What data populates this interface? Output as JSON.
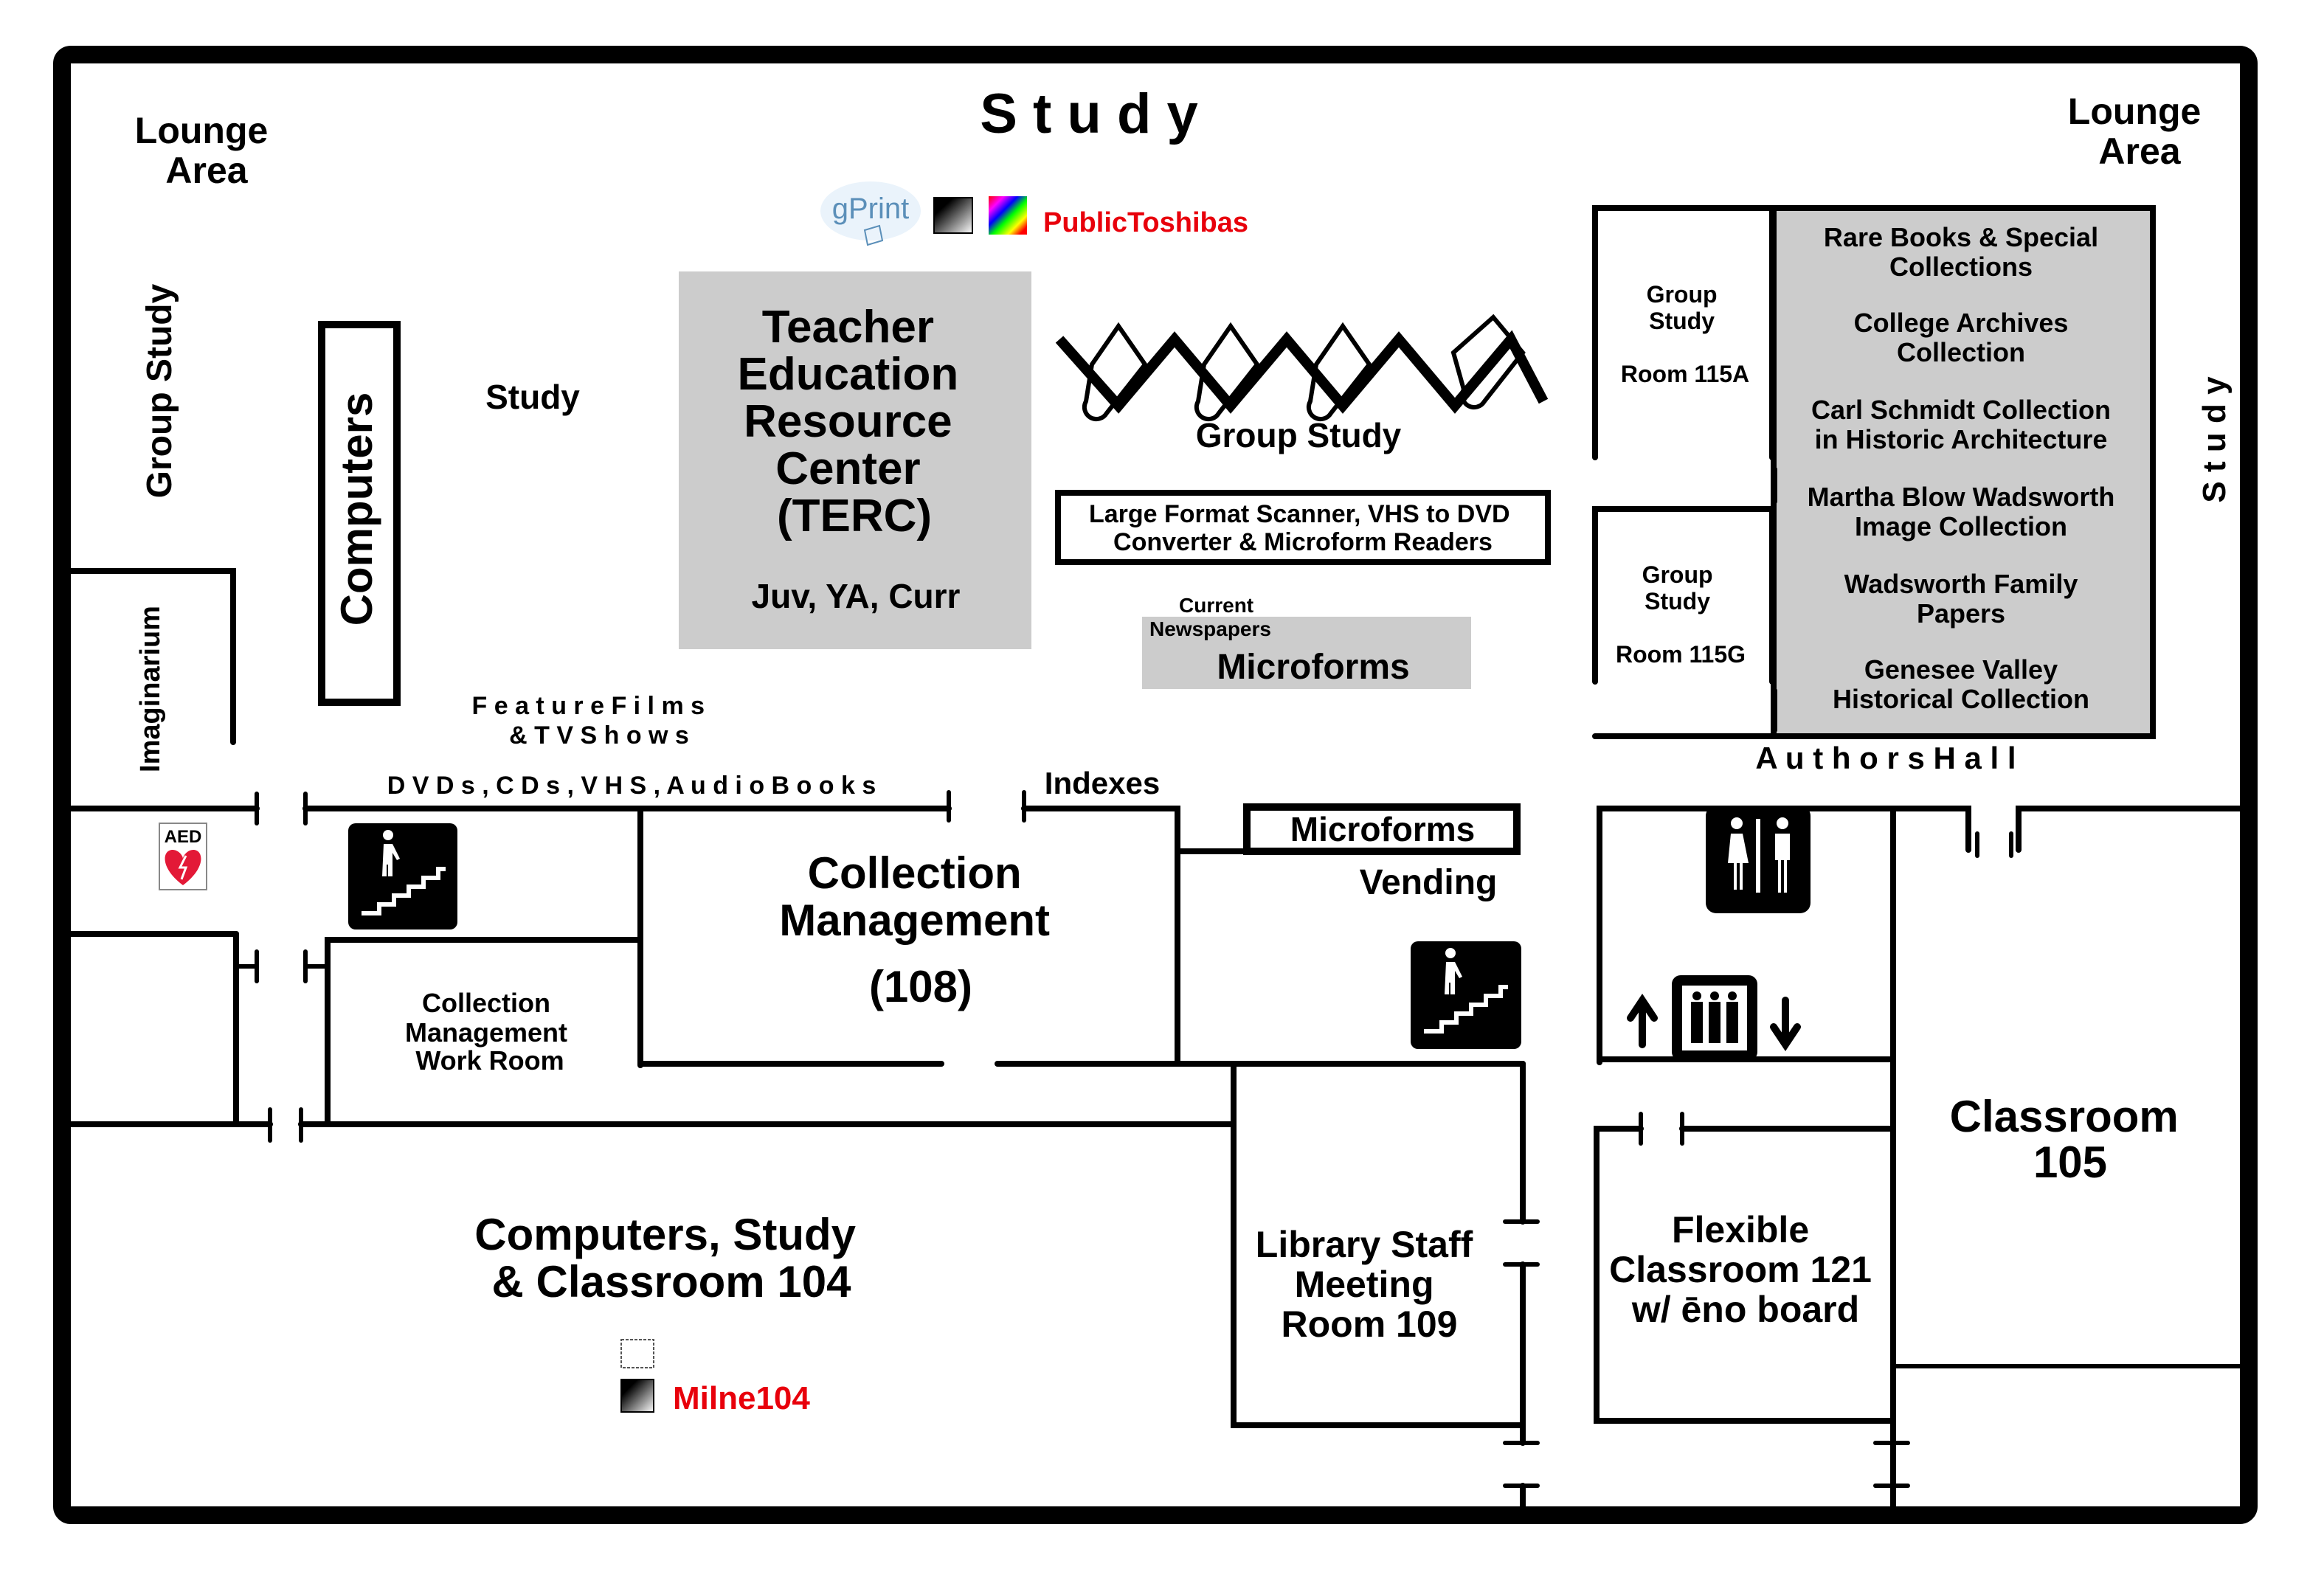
{
  "map_title": "Study",
  "colors": {
    "walls": "#000000",
    "shaded_room": "#cccccc",
    "printer_label": "#e8000b",
    "gprint_blue": "#5b8fb9",
    "aed_red": "#e31937"
  },
  "areas": {
    "lounge_left": [
      "Lounge",
      "Area"
    ],
    "lounge_right": [
      "Lounge",
      "Area"
    ],
    "study_top": "S t u d y",
    "study_right": "S t u d y",
    "group_study_left": "Group Study",
    "imaginarium": "Imaginarium",
    "computers": "Computers",
    "study_mid": "Study",
    "terc": {
      "lines": [
        "Teacher",
        "Education",
        "Resource",
        "Center",
        "(TERC)"
      ],
      "sub": "Juv, YA, Curr"
    },
    "group_study_tables": "Group Study",
    "scanner_box": [
      "Large Format Scanner, VHS to DVD",
      "Converter & Microform Readers"
    ],
    "current_newspapers": [
      "Current",
      "Newspapers"
    ],
    "microforms_top": "Microforms",
    "room_115a": {
      "lines": [
        "Group",
        "Study"
      ],
      "room": "Room 115A"
    },
    "room_115g": {
      "lines": [
        "Group",
        "Study"
      ],
      "room": "Room 115G"
    },
    "special_collections": [
      [
        "Rare Books & Special",
        "Collections"
      ],
      [
        "College Archives",
        "Collection"
      ],
      [
        "Carl Schmidt Collection",
        "in Historic Architecture"
      ],
      [
        "Martha Blow Wadsworth",
        "Image Collection"
      ],
      [
        "Wadsworth Family",
        "Papers"
      ],
      [
        "Genesee Valley",
        "Historical Collection"
      ]
    ],
    "authors_hall": "A u t h o r s   H a l l",
    "feature_films": [
      "F e a t u r e  F i l m s",
      "& T V  S h o w s"
    ],
    "dvds": "D V D s ,  C D s ,  V H S ,  A u d i o  B o o k s",
    "indexes": "Indexes",
    "microforms_lower": "Microforms",
    "vending": "Vending",
    "collection_management": [
      "Collection",
      "Management",
      "(108)"
    ],
    "cm_work_room": [
      "Collection",
      "Management",
      "Work Room"
    ],
    "computers_study_104": [
      "Computers, Study",
      "& Classroom 104"
    ],
    "staff_meeting_109": [
      "Library Staff",
      "Meeting",
      "Room 109"
    ],
    "flexible_121": [
      "Flexible",
      "Classroom 121",
      "w/ ēno board"
    ],
    "classroom_105": [
      "Classroom",
      "105"
    ]
  },
  "printers": {
    "top": {
      "service": "gPrint",
      "label": "PublicToshibas",
      "icons": [
        "bw-printer-icon",
        "color-printer-icon"
      ]
    },
    "bottom": {
      "label": "Milne104",
      "icons": [
        "scanner-icon",
        "bw-printer-icon"
      ]
    }
  },
  "symbols": {
    "aed": "AED",
    "stairs": [
      "stairs-icon",
      "stairs-icon"
    ],
    "restrooms": "restroom-icon",
    "elevator": "elevator-icon"
  }
}
